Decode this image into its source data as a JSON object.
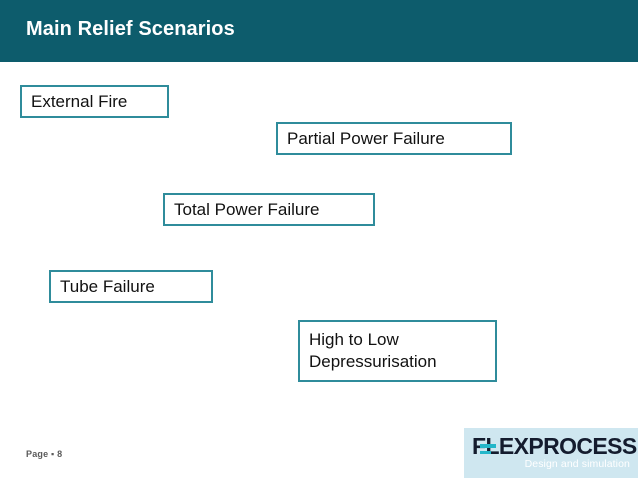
{
  "header": {
    "title": "Main Relief Scenarios",
    "background_color": "#0d5c6c",
    "text_color": "#ffffff"
  },
  "slide": {
    "background_color": "#ffffff",
    "box_border_color": "#2f8c9b",
    "box_text_color": "#111111"
  },
  "scenarios": [
    {
      "id": "external-fire",
      "label": "External Fire"
    },
    {
      "id": "partial-power",
      "label": "Partial Power Failure"
    },
    {
      "id": "total-power",
      "label": "Total Power Failure"
    },
    {
      "id": "tube-failure",
      "label": "Tube Failure"
    },
    {
      "id": "high-to-low",
      "label": "High to Low\nDepressurisation"
    }
  ],
  "footer": {
    "page_label": "Page ▪ 8",
    "page_number": "8"
  },
  "logo": {
    "wordmark": "FLEXPROCESS",
    "tagline": "Design and simulation",
    "panel_color": "#cfe7f0",
    "wordmark_color": "#141c2e",
    "accent_color": "#23b6c9",
    "tagline_color": "#ffffff"
  }
}
